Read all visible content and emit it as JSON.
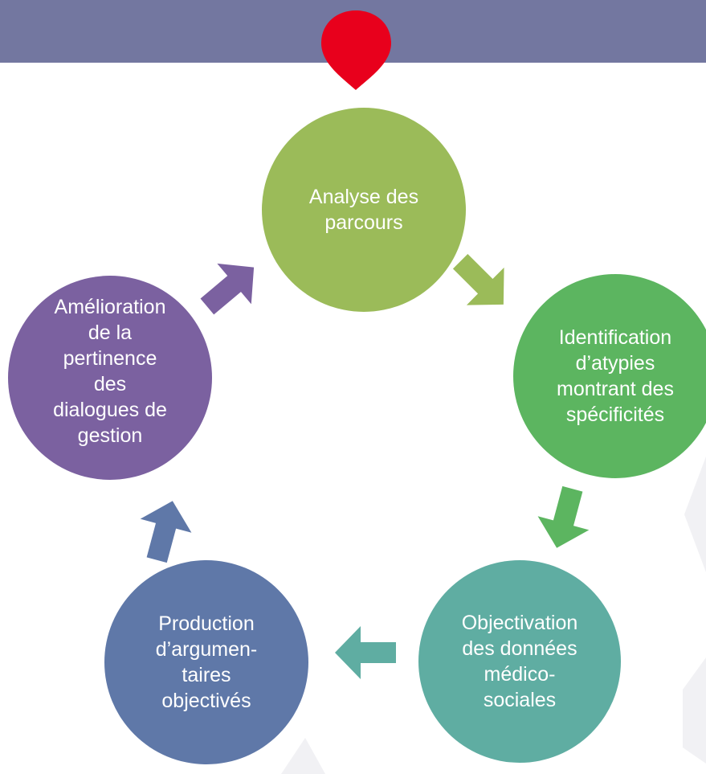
{
  "diagram": {
    "nodes": [
      {
        "id": "analyse",
        "label": "Analyse des\nparcours",
        "color": "#9bbb59"
      },
      {
        "id": "identification",
        "label": "Identification\nd’atypies\nmontrant des\nspécificités",
        "color": "#5cb560"
      },
      {
        "id": "objectivation",
        "label": "Objectivation\ndes données\nmédico-\nsociales",
        "color": "#5fada2"
      },
      {
        "id": "production",
        "label": "Production\nd’argumen-\ntaires\nobjectivés",
        "color": "#5f78a8"
      },
      {
        "id": "amelioration",
        "label": "Amélioration\nde la\npertinence\ndes\ndialogues de\ngestion",
        "color": "#7b61a0"
      }
    ],
    "arrow_colors": [
      "#9bbb59",
      "#5cb560",
      "#5fada2",
      "#5f78a8",
      "#7b61a0"
    ],
    "header_color": "#7377a0",
    "pin_color": "#e8001c"
  }
}
